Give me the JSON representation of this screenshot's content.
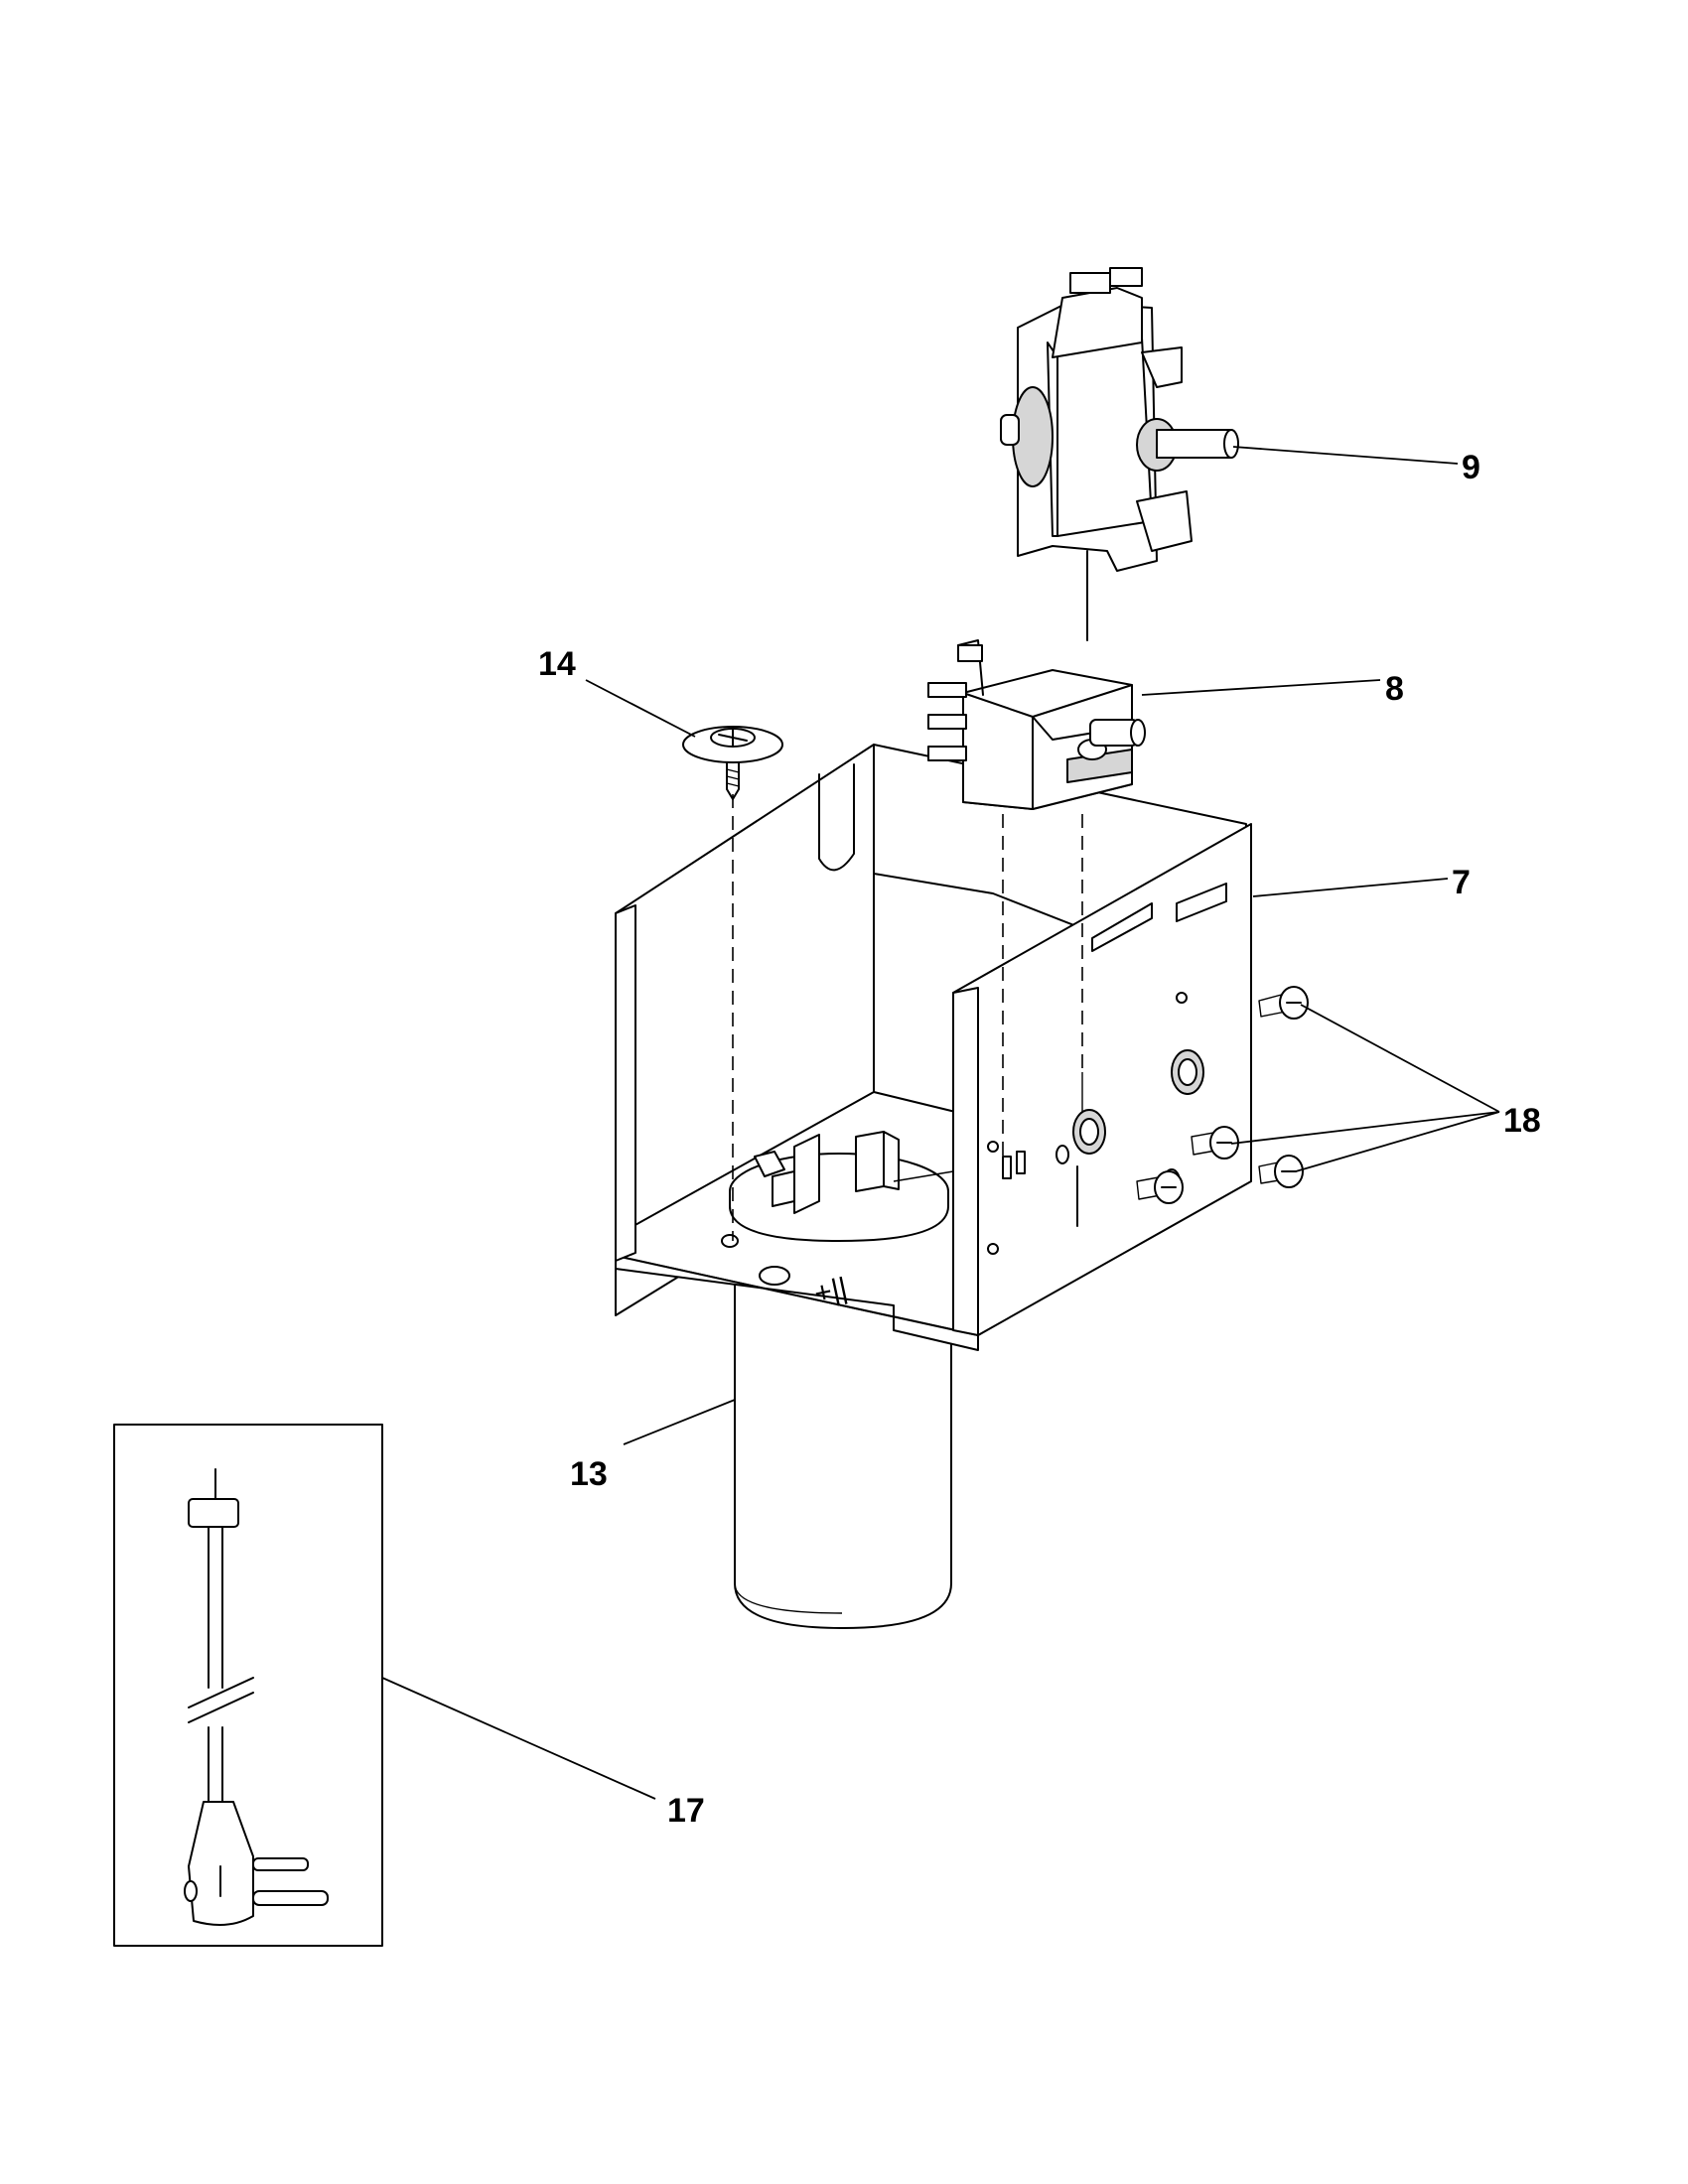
{
  "callouts": {
    "item_9": "9",
    "item_8": "8",
    "item_14": "14",
    "item_7": "7",
    "item_18": "18",
    "item_13": "13",
    "item_17": "17"
  },
  "markings": {
    "bracket_stamp": "+||"
  }
}
